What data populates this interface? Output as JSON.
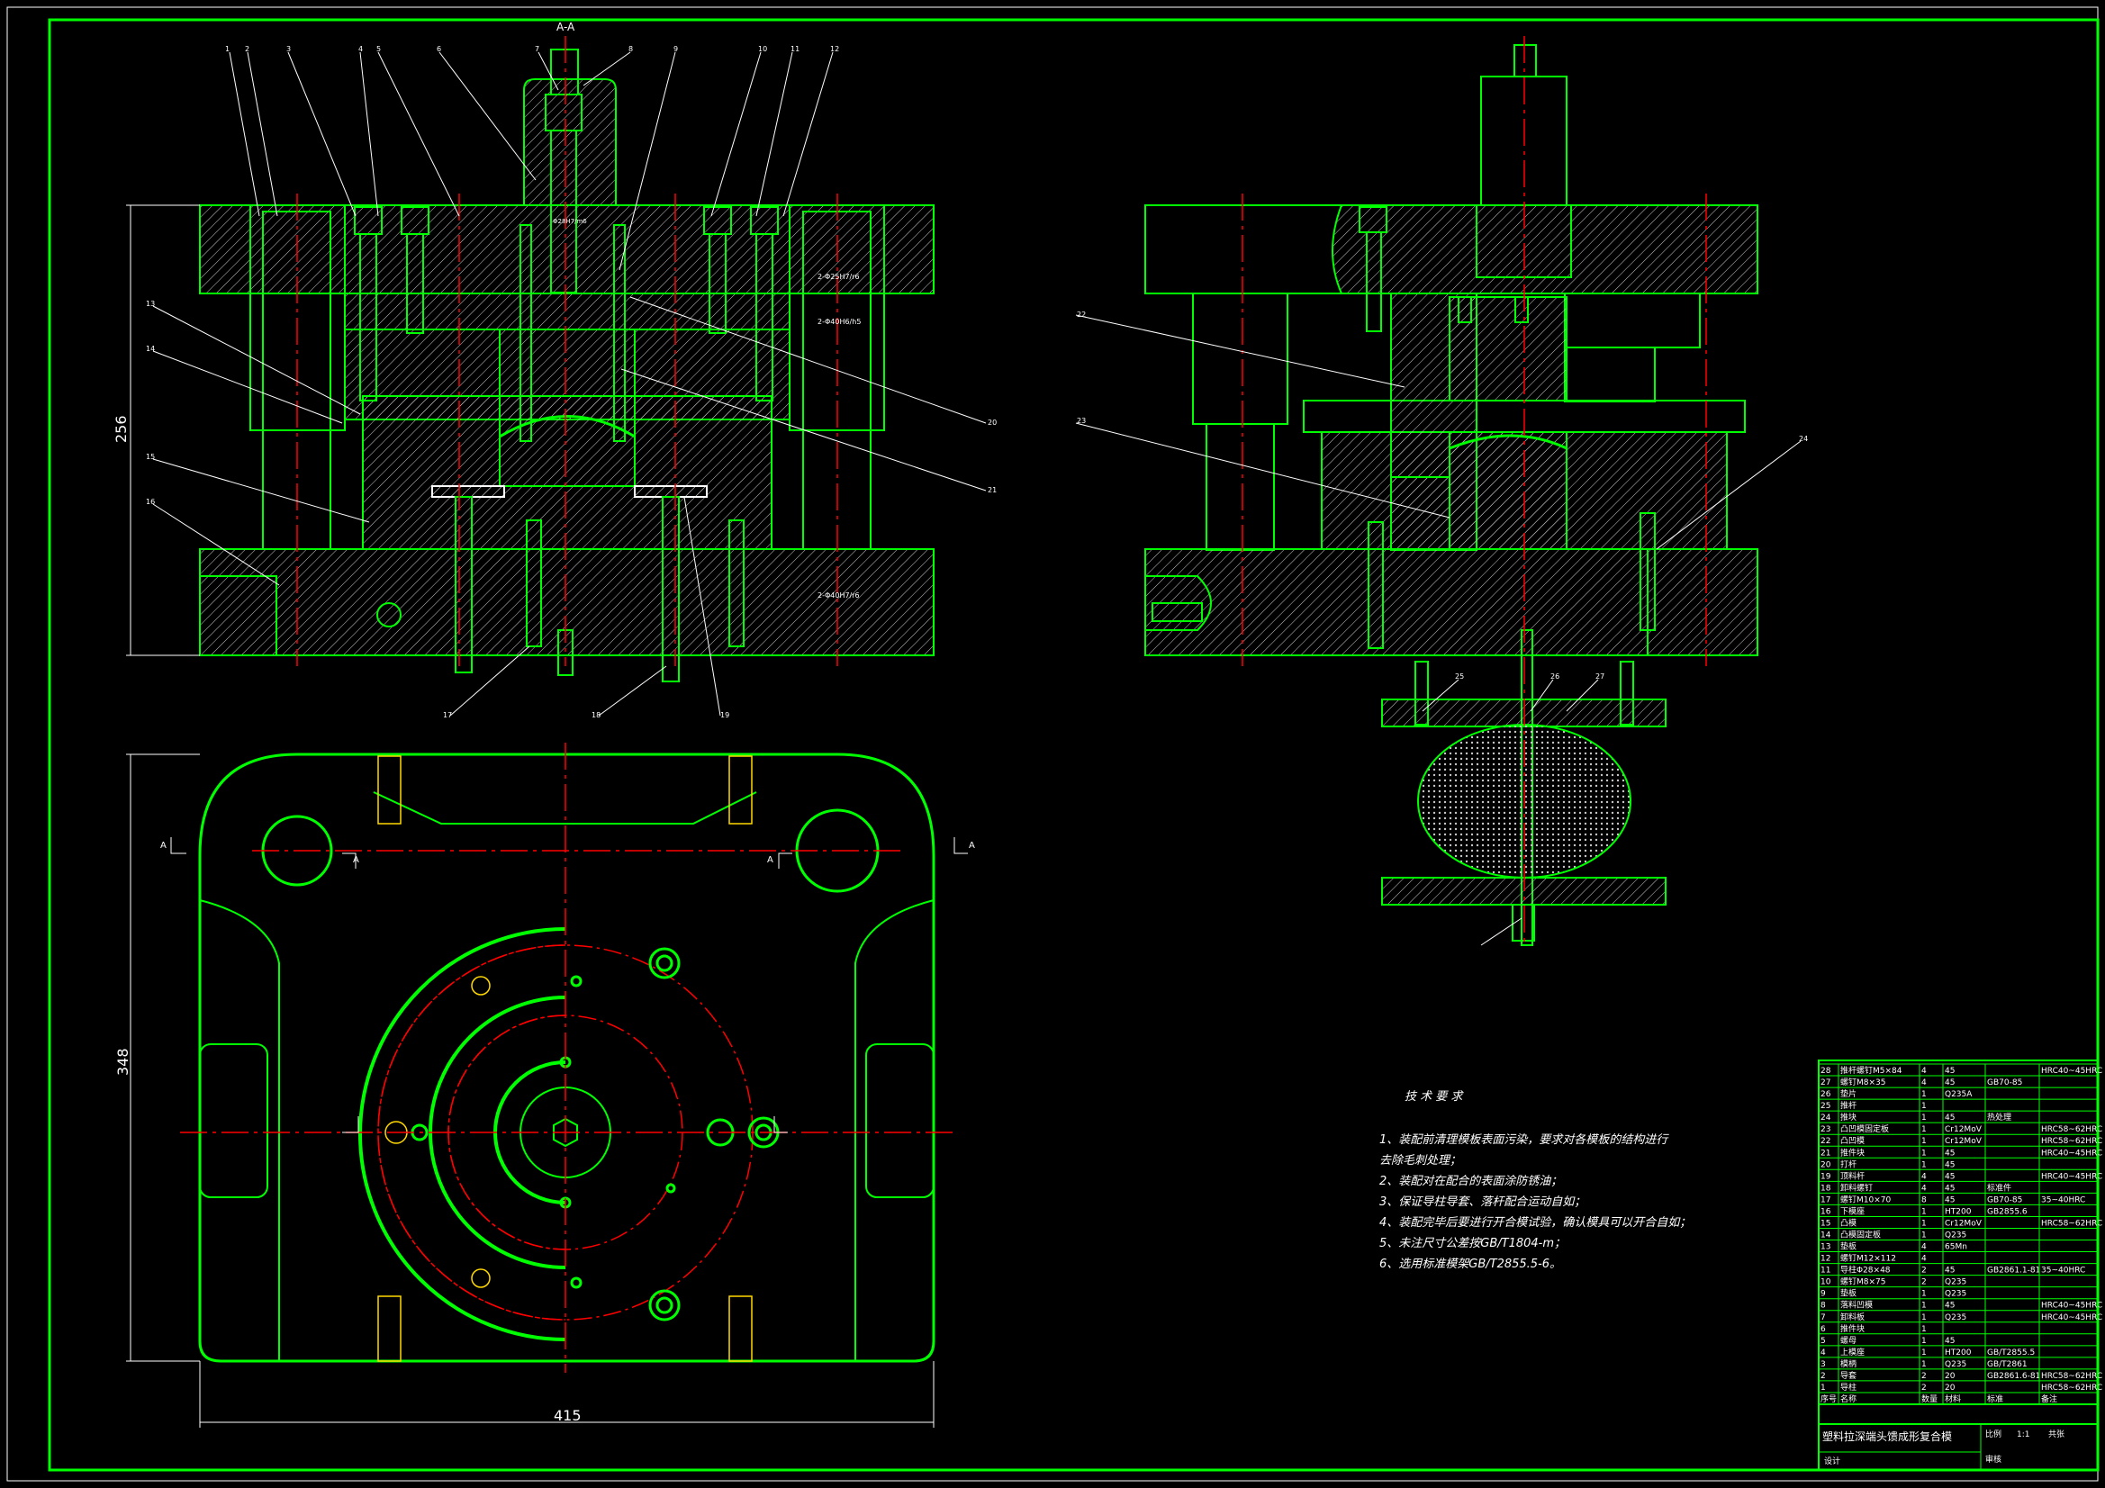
{
  "section_title": "A-A",
  "dimensions": {
    "height_top": "256",
    "height_plan": "348",
    "width_plan": "415",
    "fit_1": "2-Φ25H7/r6",
    "fit_2": "2-Φ40H6/h5",
    "fit_3": "2-Φ40H7/r6",
    "fit_center": "Φ28H7/m6"
  },
  "section_marks": [
    "A",
    "A",
    "A",
    "A"
  ],
  "part_labels_top": [
    "1",
    "2",
    "3",
    "4",
    "5",
    "6",
    "7",
    "8",
    "9",
    "10",
    "11",
    "12"
  ],
  "part_labels_left": [
    "13",
    "14",
    "15",
    "16"
  ],
  "part_labels_bottom": [
    "17",
    "18",
    "19"
  ],
  "part_labels_right": [
    "20",
    "21"
  ],
  "part_labels_side": [
    "22",
    "23",
    "24",
    "25",
    "26",
    "27"
  ],
  "notes": {
    "title": "技 术 要 求",
    "lines": [
      "1、装配前清理模板表面污染，要求对各模板的结构进行",
      "去除毛刺处理；",
      "2、装配对在配合的表面涂防锈油；",
      "3、保证导柱导套、落杆配合运动自如；",
      "4、装配完毕后要进行开合模试验，确认模具可以开合自如；",
      "5、未注尺寸公差按GB/T1804-m；",
      "6、选用标准模架GB/T2855.5-6。"
    ]
  },
  "title_block": {
    "drawing_name": "塑料拉深端头馈成形复合模",
    "scale_label": "比例",
    "scale_value": "1:1",
    "sheet_label": "共张",
    "rows": [
      [
        "28",
        "推杆螺钉M5×84",
        "4",
        "45",
        "",
        "HRC40~45HRC"
      ],
      [
        "27",
        "螺钉M8×35",
        "4",
        "45",
        "GB70-85",
        ""
      ],
      [
        "26",
        "垫片",
        "1",
        "Q235A",
        "",
        ""
      ],
      [
        "25",
        "推杆",
        "1",
        "",
        "",
        ""
      ],
      [
        "24",
        "推块",
        "1",
        "45",
        "热处理",
        ""
      ],
      [
        "23",
        "凸凹模固定板",
        "1",
        "Cr12MoV",
        "",
        "HRC58~62HRC"
      ],
      [
        "22",
        "凸凹模",
        "1",
        "Cr12MoV",
        "",
        "HRC58~62HRC"
      ],
      [
        "21",
        "推件块",
        "1",
        "45",
        "",
        "HRC40~45HRC"
      ],
      [
        "20",
        "打杆",
        "1",
        "45",
        "",
        ""
      ],
      [
        "19",
        "顶料杆",
        "4",
        "45",
        "",
        "HRC40~45HRC"
      ],
      [
        "18",
        "卸料螺钉",
        "4",
        "45",
        "标准件",
        ""
      ],
      [
        "17",
        "螺钉M10×70",
        "8",
        "45",
        "GB70-85",
        "35~40HRC"
      ],
      [
        "16",
        "下模座",
        "1",
        "HT200",
        "GB2855.6",
        ""
      ],
      [
        "15",
        "凸模",
        "1",
        "Cr12MoV",
        "",
        "HRC58~62HRC"
      ],
      [
        "14",
        "凸模固定板",
        "1",
        "Q235",
        "",
        ""
      ],
      [
        "13",
        "垫板",
        "4",
        "65Mn",
        "",
        ""
      ],
      [
        "12",
        "螺钉M12×112",
        "4",
        "",
        "",
        ""
      ],
      [
        "11",
        "导柱Φ28×48",
        "2",
        "45",
        "GB2861.1-81",
        "35~40HRC"
      ],
      [
        "10",
        "螺钉M8×75",
        "2",
        "Q235",
        "",
        ""
      ],
      [
        "9",
        "垫板",
        "1",
        "Q235",
        "",
        ""
      ],
      [
        "8",
        "落料凹模",
        "1",
        "45",
        "",
        "HRC40~45HRC"
      ],
      [
        "7",
        "卸料板",
        "1",
        "Q235",
        "",
        "HRC40~45HRC"
      ],
      [
        "6",
        "推件块",
        "1",
        "",
        "",
        ""
      ],
      [
        "5",
        "螺母",
        "1",
        "45",
        "",
        ""
      ],
      [
        "4",
        "上模座",
        "1",
        "HT200",
        "GB/T2855.5",
        ""
      ],
      [
        "3",
        "模柄",
        "1",
        "Q235",
        "GB/T2861",
        ""
      ],
      [
        "2",
        "导套",
        "2",
        "20",
        "GB2861.6-81",
        "HRC58~62HRC"
      ],
      [
        "1",
        "导柱",
        "2",
        "20",
        "",
        "HRC58~62HRC"
      ]
    ],
    "header": [
      "序号",
      "名称",
      "数量",
      "材料",
      "标准",
      "备注"
    ],
    "bottom_labels": [
      "设计",
      "审核"
    ]
  }
}
